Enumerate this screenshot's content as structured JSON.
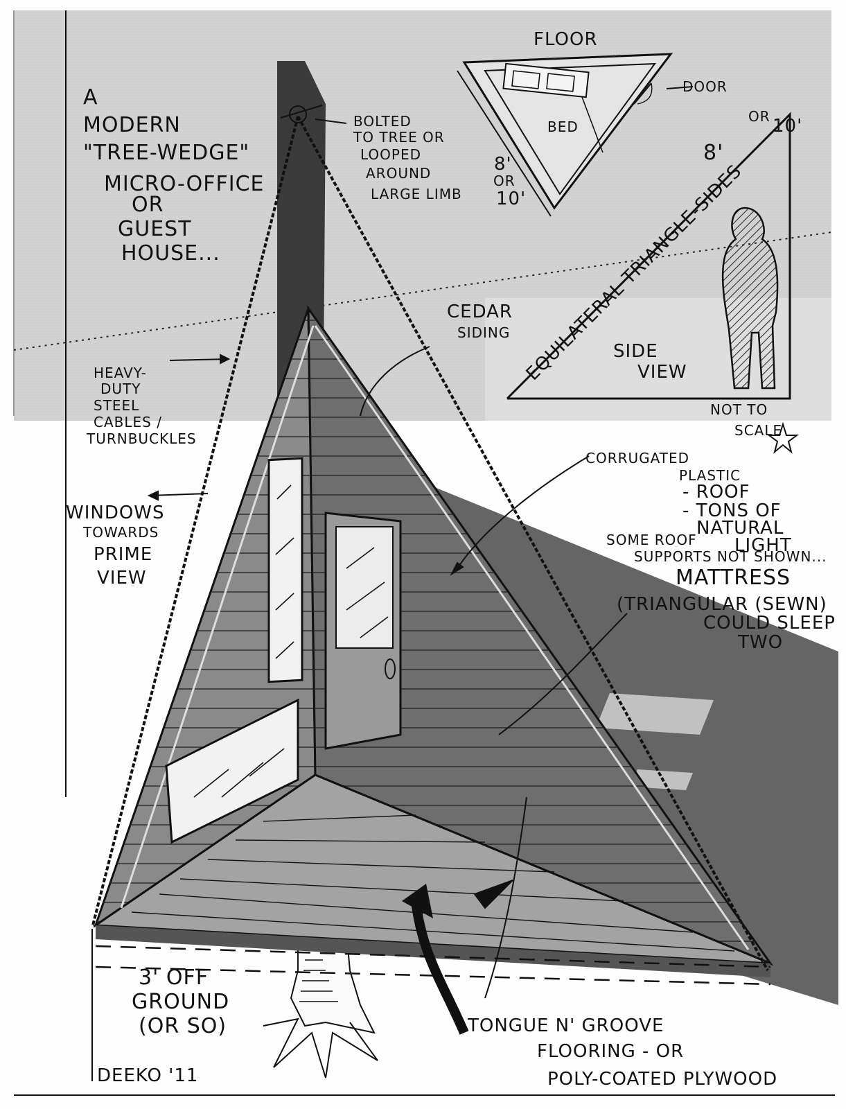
{
  "title": [
    "A",
    "MODERN",
    "\"TREE-WEDGE\"",
    "MICRO-OFFICE",
    "OR",
    "GUEST",
    "HOUSE..."
  ],
  "labels": {
    "floor": "FLOOR",
    "bed": "BED",
    "door": "DOOR",
    "floor_dim_1": "8'",
    "floor_dim_2": "OR",
    "floor_dim_3": "10'",
    "side_dim_1": "8'",
    "side_dim_2": "OR",
    "side_dim_3": "10'",
    "bolted": [
      "BOLTED",
      "TO TREE OR",
      "LOOPED",
      "AROUND",
      "LARGE LIMB"
    ],
    "equilateral": "EQUILATERAL TRIANGLE-SIDES",
    "side_view": [
      "SIDE",
      "VIEW"
    ],
    "not_to_scale": [
      "NOT TO",
      "SCALE"
    ],
    "cedar": [
      "CEDAR",
      "SIDING"
    ],
    "cables": [
      "HEAVY-",
      "DUTY",
      "STEEL",
      "CABLES /",
      "TURNBUCKLES"
    ],
    "roof": [
      "CORRUGATED",
      "PLASTIC",
      "- ROOF",
      "- TONS OF",
      "NATURAL",
      "LIGHT"
    ],
    "roof_supports": [
      "SOME ROOF",
      "SUPPORTS NOT SHOWN..."
    ],
    "mattress": [
      "MATTRESS",
      "(TRIANGULAR (SEWN)",
      "COULD SLEEP",
      "TWO"
    ],
    "windows": [
      "WINDOWS",
      "TOWARDS",
      "PRIME",
      "VIEW"
    ],
    "ground": [
      "3' OFF",
      "GROUND",
      "(OR SO)"
    ],
    "flooring": [
      "TONGUE N' GROOVE",
      "FLOORING - OR",
      "POLY-COATED PLYWOOD"
    ],
    "signature": "DEEKO '11"
  },
  "colors": {
    "background": "#ffffff",
    "gray_band": "#d4d4d4",
    "post": "#3e3e3e",
    "wall_left": "#8a8a8a",
    "wall_right": "#6f6f6f",
    "floor_face": "#9c9c9c",
    "shadow": "#4a4a4a",
    "ink": "#111111"
  }
}
